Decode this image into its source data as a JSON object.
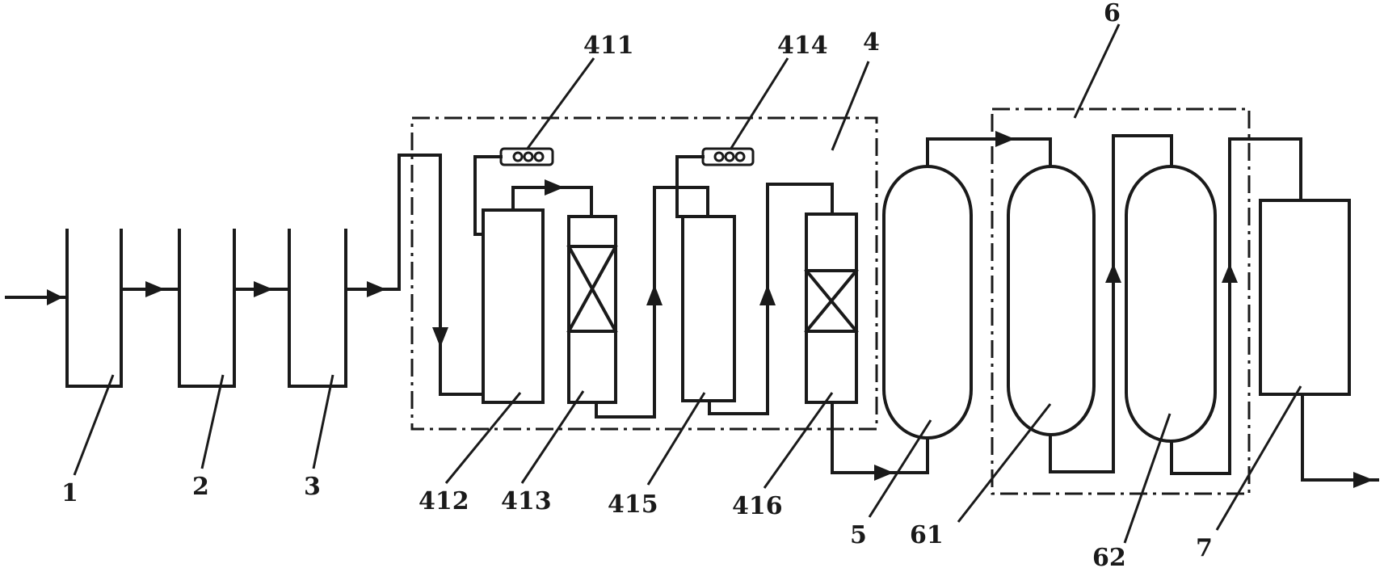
{
  "labels": {
    "l1": "1",
    "l2": "2",
    "l3": "3",
    "l4": "4",
    "l411": "411",
    "l412": "412",
    "l413": "413",
    "l414": "414",
    "l415": "415",
    "l416": "416",
    "l5": "5",
    "l6": "6",
    "l61": "61",
    "l62": "62",
    "l7": "7"
  }
}
